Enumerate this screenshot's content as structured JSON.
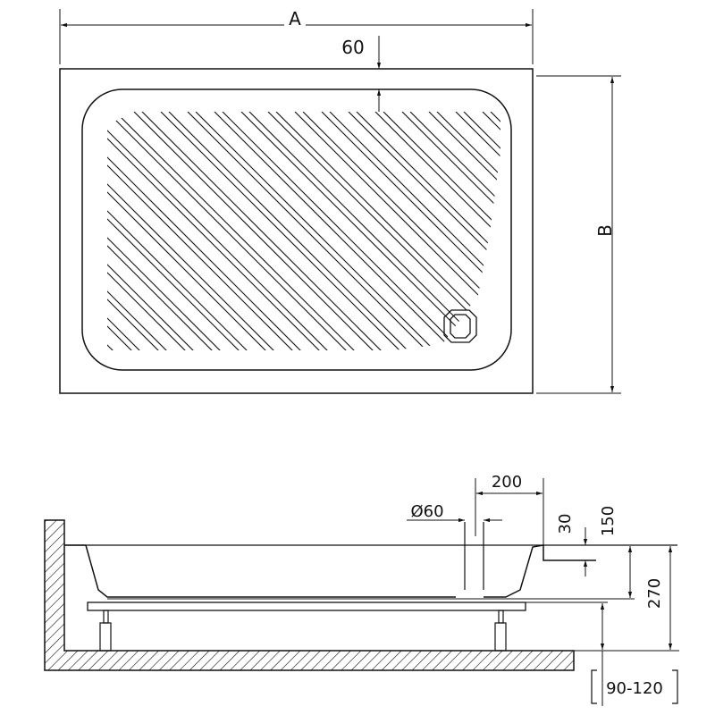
{
  "top_view": {
    "width_label": "A",
    "length_label": "B",
    "rim_width": "60"
  },
  "side_view": {
    "drain_offset": "200",
    "drain_diameter": "Ø60",
    "step_depth": "30",
    "tray_depth": "150",
    "total_height": "270",
    "leg_range": "90-120"
  },
  "colors": {
    "line": "#111111",
    "background": "#ffffff"
  }
}
